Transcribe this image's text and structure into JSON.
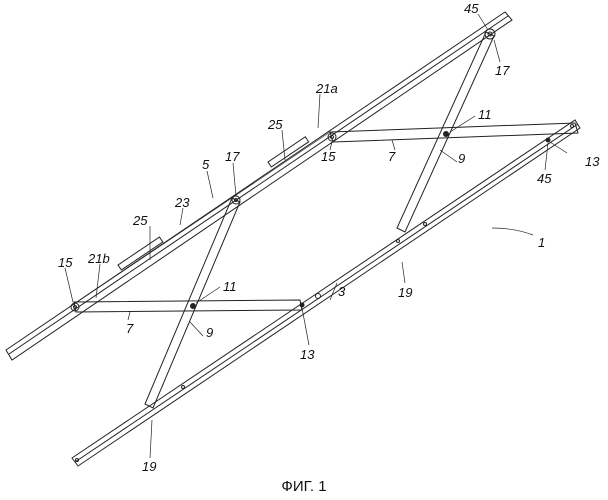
{
  "figure": {
    "caption": "ФИГ. 1",
    "labels": {
      "l45_top": "45",
      "l17_top": "17",
      "l21a": "21a",
      "l25_top": "25",
      "l11_right": "11",
      "l15_mid": "15",
      "l9_right": "9",
      "l7_right": "7",
      "l13_right": "13",
      "l45_right": "45",
      "l1": "1",
      "l17_left": "17",
      "l5": "5",
      "l23": "23",
      "l25_left": "25",
      "l21b": "21b",
      "l15_left": "15",
      "l11_left": "11",
      "l9_left": "9",
      "l7_left": "7",
      "l13_mid": "13",
      "l3": "3",
      "l19_mid": "19",
      "l19_bottom": "19"
    }
  }
}
